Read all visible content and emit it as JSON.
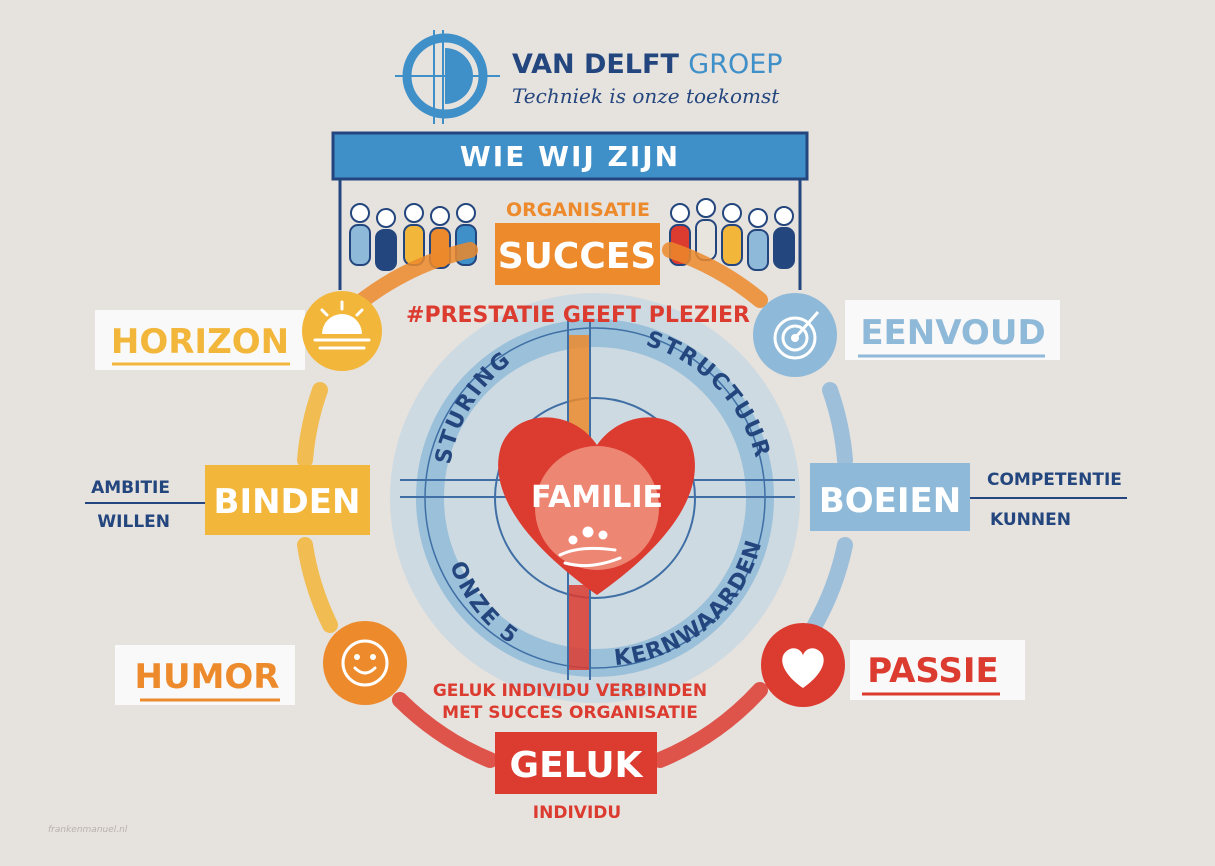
{
  "brand": {
    "name_dark": "VAN DELFT",
    "name_light": "GROEP",
    "tagline": "Techniek is onze toekomst"
  },
  "banner": {
    "title": "WIE WIJ ZIJN"
  },
  "top": {
    "subtitle": "ORGANISATIE",
    "label": "SUCCES",
    "slogan": "#PRESTATIE GEEFT PLEZIER"
  },
  "bottom": {
    "slogan_line1": "GELUK INDIVIDU VERBINDEN",
    "slogan_line2": "MET SUCCES ORGANISATIE",
    "label": "GELUK",
    "subtitle": "INDIVIDU"
  },
  "center": {
    "label": "FAMILIE",
    "arc_top_left": "STURING",
    "arc_top_right": "STRUCTUUR",
    "arc_bottom_left": "ONZE 5",
    "arc_bottom_right": "KERNWAARDEN"
  },
  "values": {
    "horizon": "HORIZON",
    "eenvoud": "EENVOUD",
    "humor": "HUMOR",
    "passie": "PASSIE"
  },
  "left": {
    "label": "BINDEN",
    "top_word": "AMBITIE",
    "bottom_word": "WILLEN"
  },
  "right": {
    "label": "BOEIEN",
    "top_word": "COMPETENTIE",
    "bottom_word": "KUNNEN"
  },
  "credit": "frankenmanuel.nl",
  "colors": {
    "orange": "#ec8a2c",
    "yellow": "#f2b63a",
    "red": "#dc3b30",
    "blue": "#3f8fc8",
    "lightblue": "#8fb9d8",
    "navy": "#24467e",
    "background": "#e6e2de"
  }
}
